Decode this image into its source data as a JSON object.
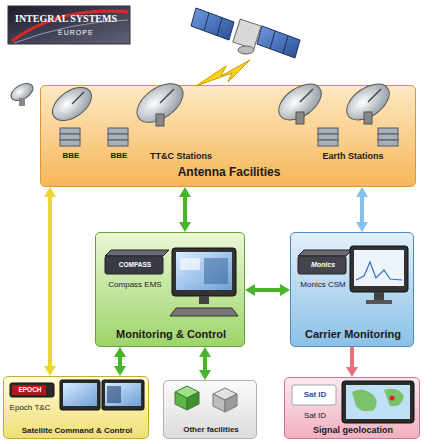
{
  "diagram": {
    "nodes": [
      {
        "text": [
          "BBE",
          "BBE",
          "TT&C Stations",
          "Earth Stations",
          "Antenna Facilities"
        ]
      },
      {
        "text": [
          "COMPASS",
          "Compass EMS",
          "Monitoring & Control"
        ]
      },
      {
        "text": [
          "Monics",
          "Monics CSM",
          "Carrier Monitoring"
        ]
      },
      {
        "text": [
          "EPOCH",
          "Epoch T&C",
          "Satellite Command & Control"
        ]
      },
      {
        "text": [
          "Other facilities"
        ]
      },
      {
        "text": [
          "Sat ID",
          "Sat ID",
          "Signal geolocation"
        ]
      }
    ],
    "edges": [
      {
        "from": 0,
        "to": 1,
        "arrow": "both"
      },
      {
        "from": 0,
        "to": 2,
        "arrow": "both"
      },
      {
        "from": 1,
        "to": 2,
        "arrow": "both"
      },
      {
        "from": 0,
        "to": 3,
        "arrow": "both"
      },
      {
        "from": 1,
        "to": 3,
        "arrow": "both"
      },
      {
        "from": 1,
        "to": 4,
        "arrow": "both"
      },
      {
        "from": 2,
        "to": 5,
        "arrow": "to"
      }
    ],
    "labels": [
      "INTEGRAL SYSTEMS",
      "EUROPE"
    ]
  }
}
